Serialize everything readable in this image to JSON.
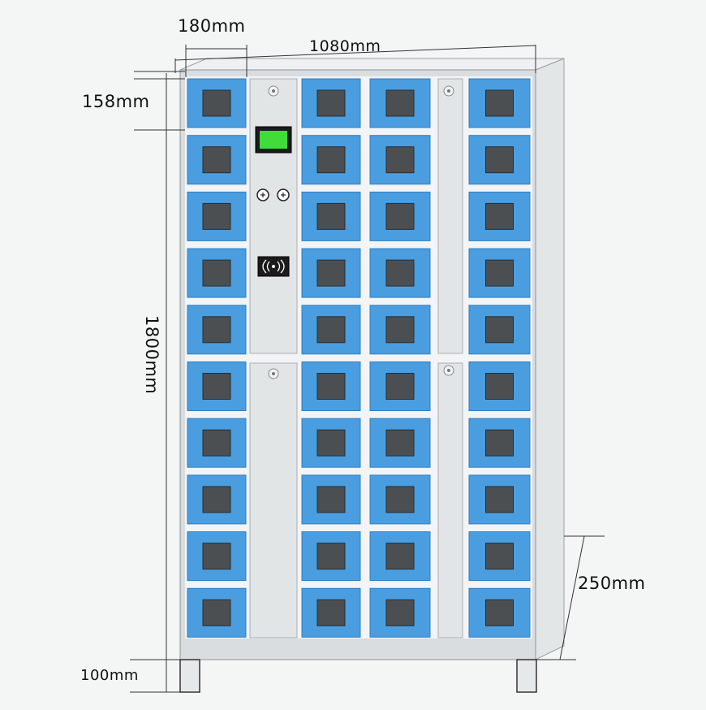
{
  "dimensions": {
    "compartment_width": "180mm",
    "total_width": "1080mm",
    "compartment_height": "158mm",
    "total_height": "1800mm",
    "depth": "250mm",
    "leg_height": "100mm"
  },
  "colors": {
    "background": "#f4f6f5",
    "cabinet_frame": "#d9dddf",
    "cabinet_side": "#e3e6e7",
    "door_blue": "#4a9ee0",
    "door_blue_dark": "#2f7fc3",
    "window": "#4b4f52",
    "divider": "#f2f4f5",
    "panel": "#e2e5e6",
    "display_green": "#3fdc3a",
    "line": "#333333"
  },
  "control_panel": {
    "button_icons": [
      "circle-glyph-icon",
      "circle-glyph-icon"
    ],
    "reader_icon": "nfc-wave-icon"
  }
}
